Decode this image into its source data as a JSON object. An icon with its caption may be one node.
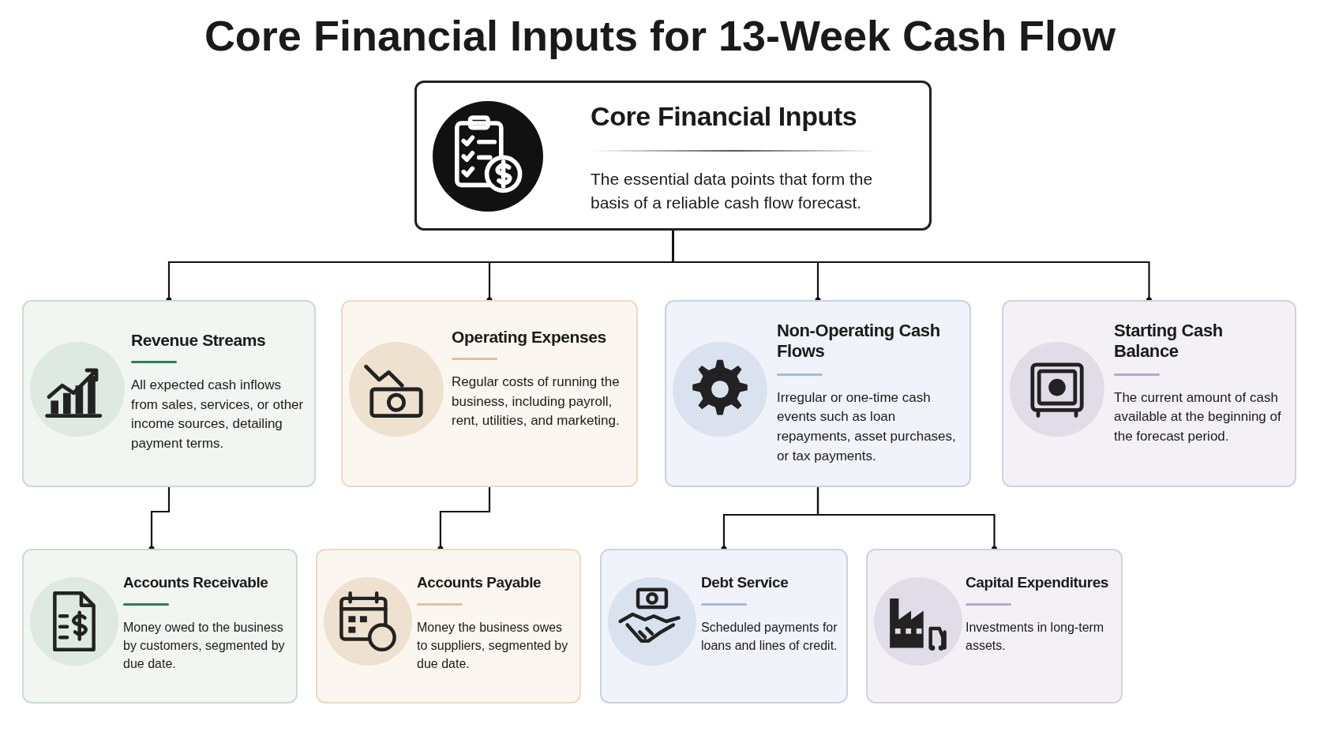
{
  "diagram": {
    "title": "Core Financial Inputs for 13-Week Cash Flow",
    "nodes": [
      {
        "text": [
          "Core Financial Inputs",
          "The essential data points that form the basis of a reliable cash flow forecast."
        ]
      },
      {
        "text": [
          "Revenue Streams",
          "All expected cash inflows from sales, services, or other income sources, detailing payment terms."
        ]
      },
      {
        "text": [
          "Operating Expenses",
          "Regular costs of running the business, including payroll, rent, utilities, and marketing."
        ]
      },
      {
        "text": [
          "Non-Operating Cash Flows",
          "Irregular or one-time cash events such as loan repayments, asset purchases, or tax payments."
        ]
      },
      {
        "text": [
          "Starting Cash Balance",
          "The current amount of cash available at the beginning of the forecast period."
        ]
      },
      {
        "text": [
          "Accounts Receivable",
          "Money owed to the business by customers, segmented by due date."
        ]
      },
      {
        "text": [
          "Accounts Payable",
          "Money the business owes to suppliers, segmented by due date."
        ]
      },
      {
        "text": [
          "Debt Service",
          "Scheduled payments for loans and lines of credit."
        ]
      },
      {
        "text": [
          "Capital Expenditures",
          "Investments in long-term assets."
        ]
      }
    ],
    "edges": [
      {
        "from": 0,
        "to": 1,
        "arrow": "other"
      },
      {
        "from": 0,
        "to": 2,
        "arrow": "other"
      },
      {
        "from": 0,
        "to": 3,
        "arrow": "other"
      },
      {
        "from": 0,
        "to": 4,
        "arrow": "other"
      },
      {
        "from": 1,
        "to": 5,
        "arrow": "other"
      },
      {
        "from": 2,
        "to": 6,
        "arrow": "other"
      },
      {
        "from": 3,
        "to": 7,
        "arrow": "other"
      },
      {
        "from": 3,
        "to": 8,
        "arrow": "other"
      }
    ]
  }
}
